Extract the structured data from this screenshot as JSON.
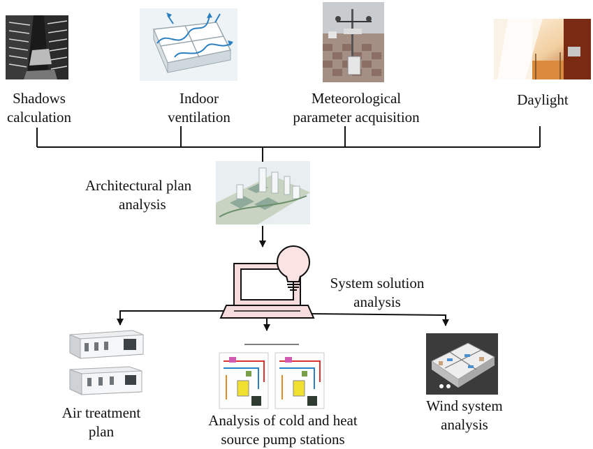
{
  "nodes": {
    "shadows": {
      "line1": "Shadows",
      "line2": "calculation"
    },
    "ventilation": {
      "line1": "Indoor",
      "line2": "ventilation"
    },
    "meteorological": {
      "line1": "Meteorological",
      "line2": "parameter acquisition"
    },
    "daylight": {
      "line1": "Daylight"
    },
    "architectural": {
      "line1": "Architectural plan",
      "line2": "analysis"
    },
    "system": {
      "line1": "System solution",
      "line2": "analysis"
    },
    "air": {
      "line1": "Air treatment",
      "line2": "plan"
    },
    "pump": {
      "line1": "Analysis of cold and heat",
      "line2": "source pump stations"
    },
    "wind": {
      "line1": "Wind system",
      "line2": "analysis"
    }
  },
  "colors": {
    "line": "#111111",
    "laptop_fill": "#f6dcdc",
    "bulb_fill": "#fbe3e3"
  }
}
